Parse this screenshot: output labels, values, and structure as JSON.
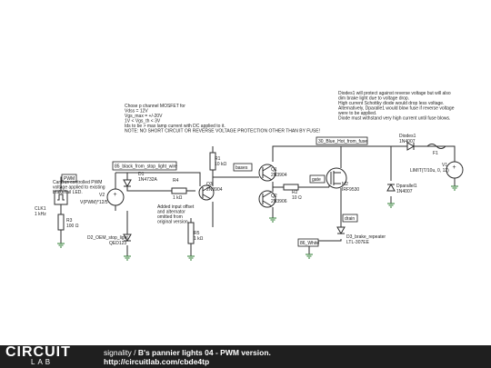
{
  "colors": {
    "wire": "#2e2e2e",
    "ground": "#2e7d32",
    "footer_bg": "#1f1f1f",
    "netlabel_border": "#222222"
  },
  "notes": {
    "mosfet": [
      "Chose p channel MOSFET for",
      "Vdss = 12V",
      "Vgs_max = +/-20V",
      "1V < Vgs_th < 3V",
      "Ids to be > max lamp current with DC applied to it.",
      "NOTE: NO SHORT CIRCUIT OR REVERSE VOLTAGE PROTECTION OTHER THAN BY FUSE!"
    ],
    "diode": [
      "Diodes1 will protect against reverse voltage but will also",
      "dim brake light due to voltage drop.",
      "High current Schottky diode would drop less voltage.",
      "Alternatively, Dparalle1 would blow fuse if reverse voltage",
      "were to be applied.",
      "Diode must withstand very high current until fuse blows."
    ],
    "canbus": [
      "CanBus controlled PWM",
      "voltage applied to existing",
      "brake/tail LED."
    ],
    "offset": [
      "Added input offset",
      "and alternator",
      "omitted from",
      "original version."
    ]
  },
  "net_labels": {
    "pwm": "PWM",
    "black_wire": "85_black_from_stop_light_wire",
    "bases": "bases",
    "blue_hot": "30_Blue_Hot_from_fuse",
    "gate": "gate",
    "drain": "drain",
    "white": "86_White"
  },
  "components": {
    "clk1": {
      "name": "CLK1",
      "value": "1 kHz"
    },
    "r3": {
      "name": "R3",
      "value": "100 Ω"
    },
    "v2": {
      "name": "V2",
      "value": "V(PWM)*12/5"
    },
    "d1": {
      "name": "D1",
      "value": "1N4732A"
    },
    "r4": {
      "name": "R4",
      "value": "1 kΩ"
    },
    "d2": {
      "name": "D2_OEM_stop_light",
      "value": "QED123"
    },
    "r1": {
      "name": "R1",
      "value": "10 kΩ"
    },
    "q3": {
      "name": "Q3",
      "value": "2N3904"
    },
    "r5": {
      "name": "R5",
      "value": "1 kΩ"
    },
    "q1": {
      "name": "Q1",
      "value": "2N3904"
    },
    "q2": {
      "name": "Q2",
      "value": "2N3906"
    },
    "r2": {
      "name": "R2",
      "value": "10 Ω"
    },
    "m2": {
      "name": "M2",
      "value": "IRF9530"
    },
    "d3": {
      "name": "D3_brake_repeater",
      "value": "LTL-307EE"
    },
    "diodes1": {
      "name": "Diodes1",
      "value": "1N4007"
    },
    "dparallel1": {
      "name": "Dparallel1",
      "value": "1N4007"
    },
    "f1": {
      "name": "F1",
      "value": ""
    },
    "v1": {
      "name": "V1",
      "value": "LIMIT(T/10u, 0, 12)"
    }
  },
  "footer": {
    "logo_top": "CIRCUIT",
    "logo_bottom": "LAB",
    "author": "signality",
    "separator": " / ",
    "title": "B's pannier lights 04 - PWM version.",
    "url": "http://circuitlab.com/cbde4tp"
  }
}
